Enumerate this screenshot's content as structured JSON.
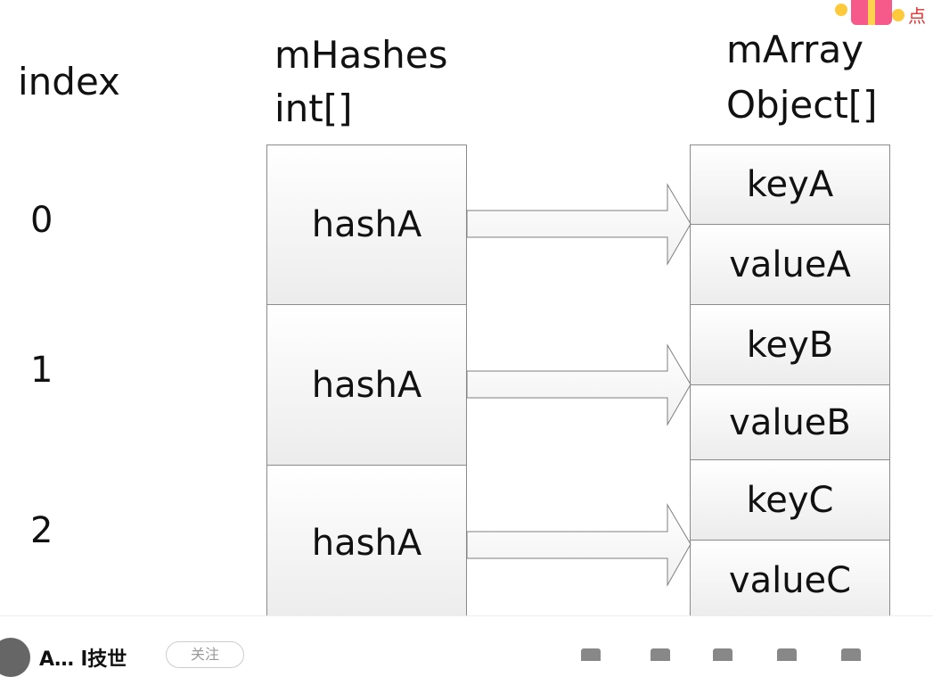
{
  "headers": {
    "index": "index",
    "mhashes_line1": "mHashes",
    "mhashes_line2": "int[]",
    "marray_line1": "mArray",
    "marray_line2": "Object[]"
  },
  "rows": [
    {
      "index": "0",
      "hash": "hashA",
      "key": "keyA",
      "value": "valueA"
    },
    {
      "index": "1",
      "hash": "hashA",
      "key": "keyB",
      "value": "valueB"
    },
    {
      "index": "2",
      "hash": "hashA",
      "key": "keyC",
      "value": "valueC"
    }
  ],
  "footer": {
    "author": "A… l技世",
    "follow_label": "关注"
  },
  "promo": {
    "text": "点"
  }
}
